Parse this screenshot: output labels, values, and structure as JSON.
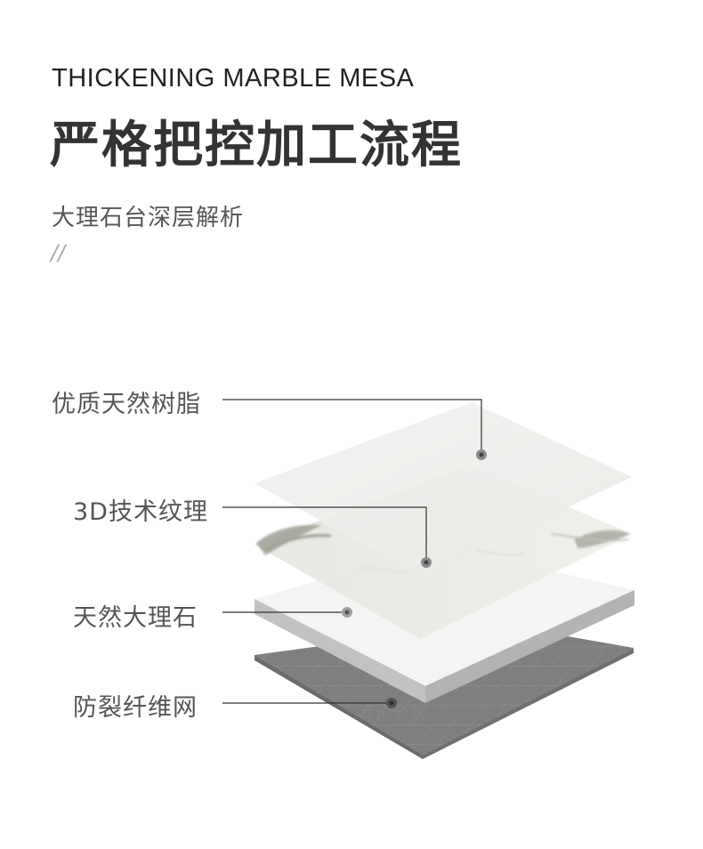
{
  "header": {
    "eyebrow": "THICKENING MARBLE MESA",
    "title": "严格把控加工流程",
    "subtitle": "大理石台深层解析",
    "divider_mark": "//"
  },
  "layers": [
    {
      "label": "优质天然树脂"
    },
    {
      "label": "3D技术纹理"
    },
    {
      "label": "天然大理石"
    },
    {
      "label": "防裂纤维网"
    }
  ],
  "watermark": "乔伦公馆",
  "colors": {
    "text_dark": "#333333",
    "text_label": "#555555",
    "mesh": "#7f7f7f",
    "marble_top": "#f4f4f4",
    "marble_side": "#bdbdbd",
    "leader": "#333333",
    "dot": "#777777"
  }
}
